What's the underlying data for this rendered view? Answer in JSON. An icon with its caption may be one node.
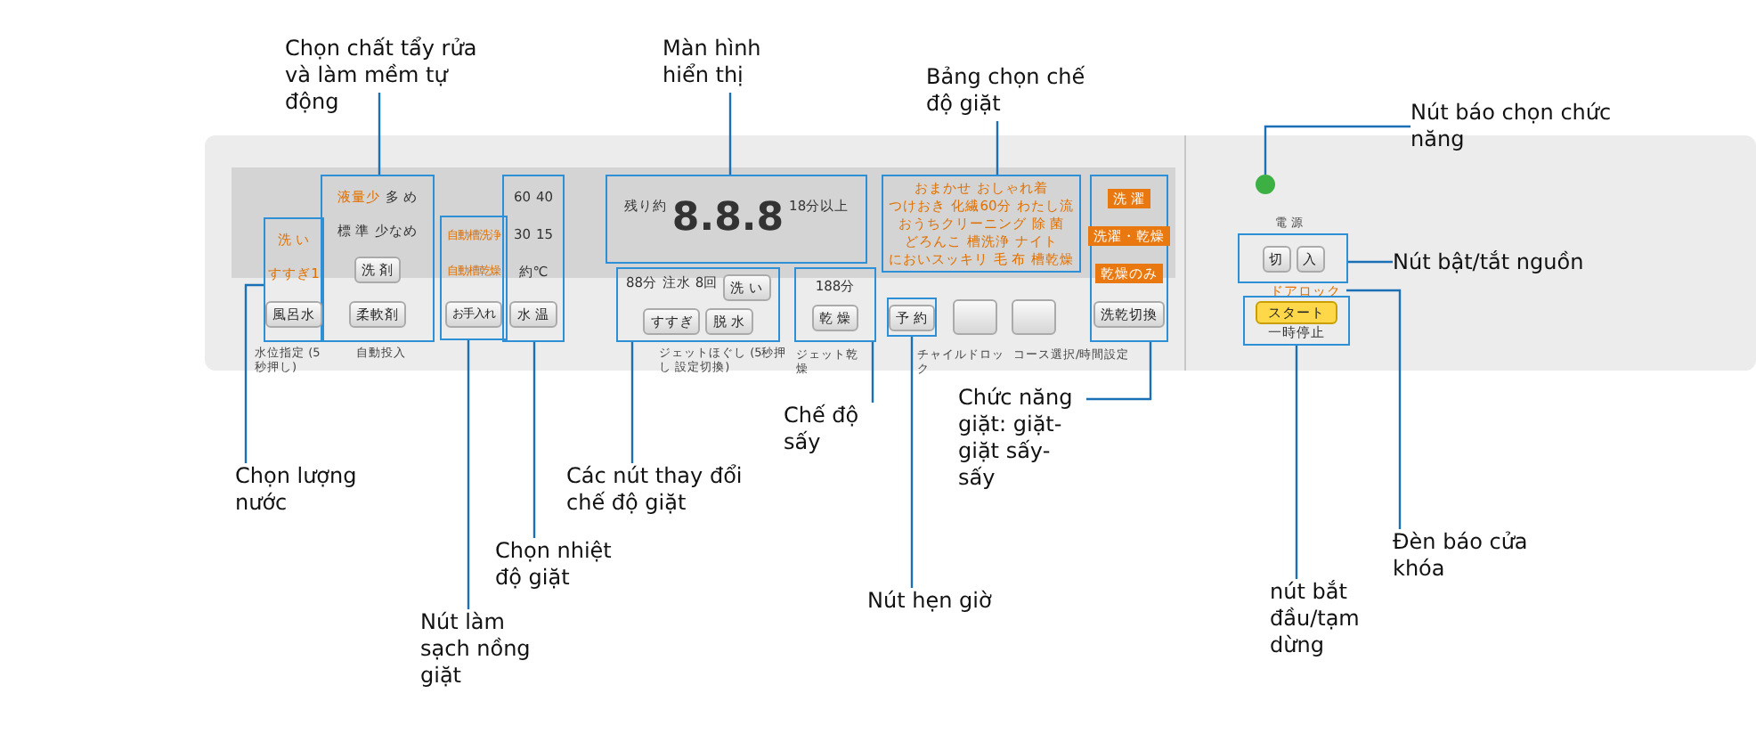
{
  "diagram": {
    "nodes": [
      {
        "text": [
          "Chọn chất tẩy rửa và làm mềm tự động"
        ]
      },
      {
        "text": [
          "Màn hình hiển thị"
        ]
      },
      {
        "text": [
          "Bảng chọn chế độ giặt"
        ]
      },
      {
        "text": [
          "Nút báo chọn chức năng"
        ]
      },
      {
        "text": [
          "Nút bật/tắt nguồn"
        ]
      },
      {
        "text": [
          "Chọn lượng nước"
        ]
      },
      {
        "text": [
          "Các nút thay đổi chế độ giặt"
        ]
      },
      {
        "text": [
          "Chế độ sấy"
        ]
      },
      {
        "text": [
          "Chức năng giặt: giặt-giặt sấy-sấy"
        ]
      },
      {
        "text": [
          "Chọn nhiệt độ giặt"
        ]
      },
      {
        "text": [
          "Đèn báo cửa khóa"
        ]
      },
      {
        "text": [
          "Nút hẹn giờ"
        ]
      },
      {
        "text": [
          "Nút làm sạch nồng giặt"
        ]
      },
      {
        "text": [
          "nút bắt đầu/tạm dừng"
        ]
      },
      {
        "text": [
          "液量少",
          "多 め",
          "標 準",
          "少なめ",
          "洗 剤",
          "柔軟剤"
        ]
      },
      {
        "text": [
          "残り約",
          "8.8.8",
          "18分以上"
        ]
      },
      {
        "text": [
          "おまかせ",
          "おしゃれ着",
          "つけおき",
          "化繊60分",
          "わたし流",
          "おうちクリーニング",
          "除 菌",
          "どろんこ",
          "槽洗浄",
          "ナイト",
          "においスッキリ",
          "毛 布",
          "槽乾燥"
        ]
      },
      {
        "text": [],
        "shape": "circle"
      },
      {
        "text": [
          "切",
          "入"
        ]
      },
      {
        "text": [
          "洗 い",
          "すすぎ1",
          "風呂水"
        ]
      },
      {
        "text": [
          "88分",
          "注水 8回",
          "洗 い",
          "すすぎ",
          "脱 水"
        ]
      },
      {
        "text": [
          "188分",
          "乾 燥"
        ]
      },
      {
        "text": [
          "洗 濯",
          "洗濯・乾燥",
          "乾燥のみ",
          "洗乾切換"
        ]
      },
      {
        "text": [
          "60",
          "40",
          "30",
          "15",
          "約℃",
          "水 温"
        ]
      },
      {
        "text": [
          "予 約"
        ]
      },
      {
        "text": [
          "ドアロック"
        ]
      },
      {
        "text": [
          "自動槽洗浄",
          "自動槽乾燥",
          "お手入れ"
        ]
      },
      {
        "text": [
          "スタート",
          "一時停止"
        ]
      }
    ],
    "edges": [
      {
        "from": 0,
        "to": 14,
        "arrow": "none"
      },
      {
        "from": 1,
        "to": 15,
        "arrow": "none"
      },
      {
        "from": 2,
        "to": 16,
        "arrow": "none"
      },
      {
        "from": 3,
        "to": 17,
        "arrow": "none"
      },
      {
        "from": 4,
        "to": 18,
        "arrow": "none"
      },
      {
        "from": 5,
        "to": 19,
        "arrow": "none"
      },
      {
        "from": 6,
        "to": 20,
        "arrow": "none"
      },
      {
        "from": 7,
        "to": 21,
        "arrow": "none"
      },
      {
        "from": 8,
        "to": 22,
        "arrow": "none"
      },
      {
        "from": 9,
        "to": 23,
        "arrow": "none"
      },
      {
        "from": 10,
        "to": 25,
        "arrow": "none"
      },
      {
        "from": 11,
        "to": 24,
        "arrow": "none"
      },
      {
        "from": 12,
        "to": 26,
        "arrow": "none"
      },
      {
        "from": 13,
        "to": 27,
        "arrow": "none"
      }
    ],
    "labels": [
      "水位指定 (5秒押し)",
      "自動投入",
      "ジェットほぐし (5秒押し 設定切換)",
      "ジェット乾燥",
      "チャイルドロック",
      "コース選択/時間設定",
      "電 源"
    ]
  }
}
